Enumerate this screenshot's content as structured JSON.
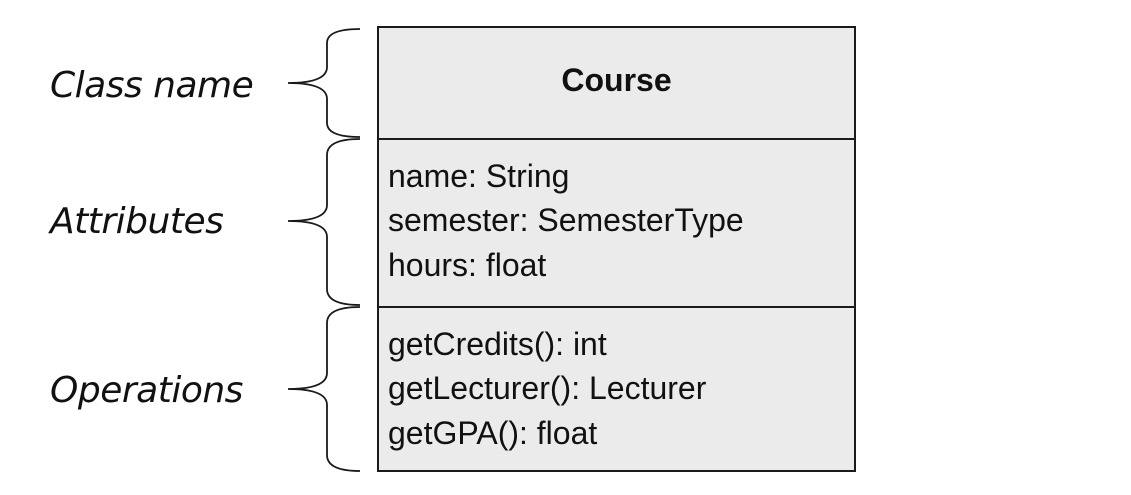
{
  "labels": {
    "class_name": "Class name",
    "attributes": "Attributes",
    "operations": "Operations"
  },
  "class_box": {
    "title": "Course",
    "attributes": [
      "name: String",
      "semester: SemesterType",
      "hours: float"
    ],
    "operations": [
      "getCredits(): int",
      "getLecturer(): Lecturer",
      "getGPA(): float"
    ]
  },
  "colors": {
    "box_fill": "#ebebeb",
    "stroke": "#1a1a1a",
    "text": "#111111"
  }
}
